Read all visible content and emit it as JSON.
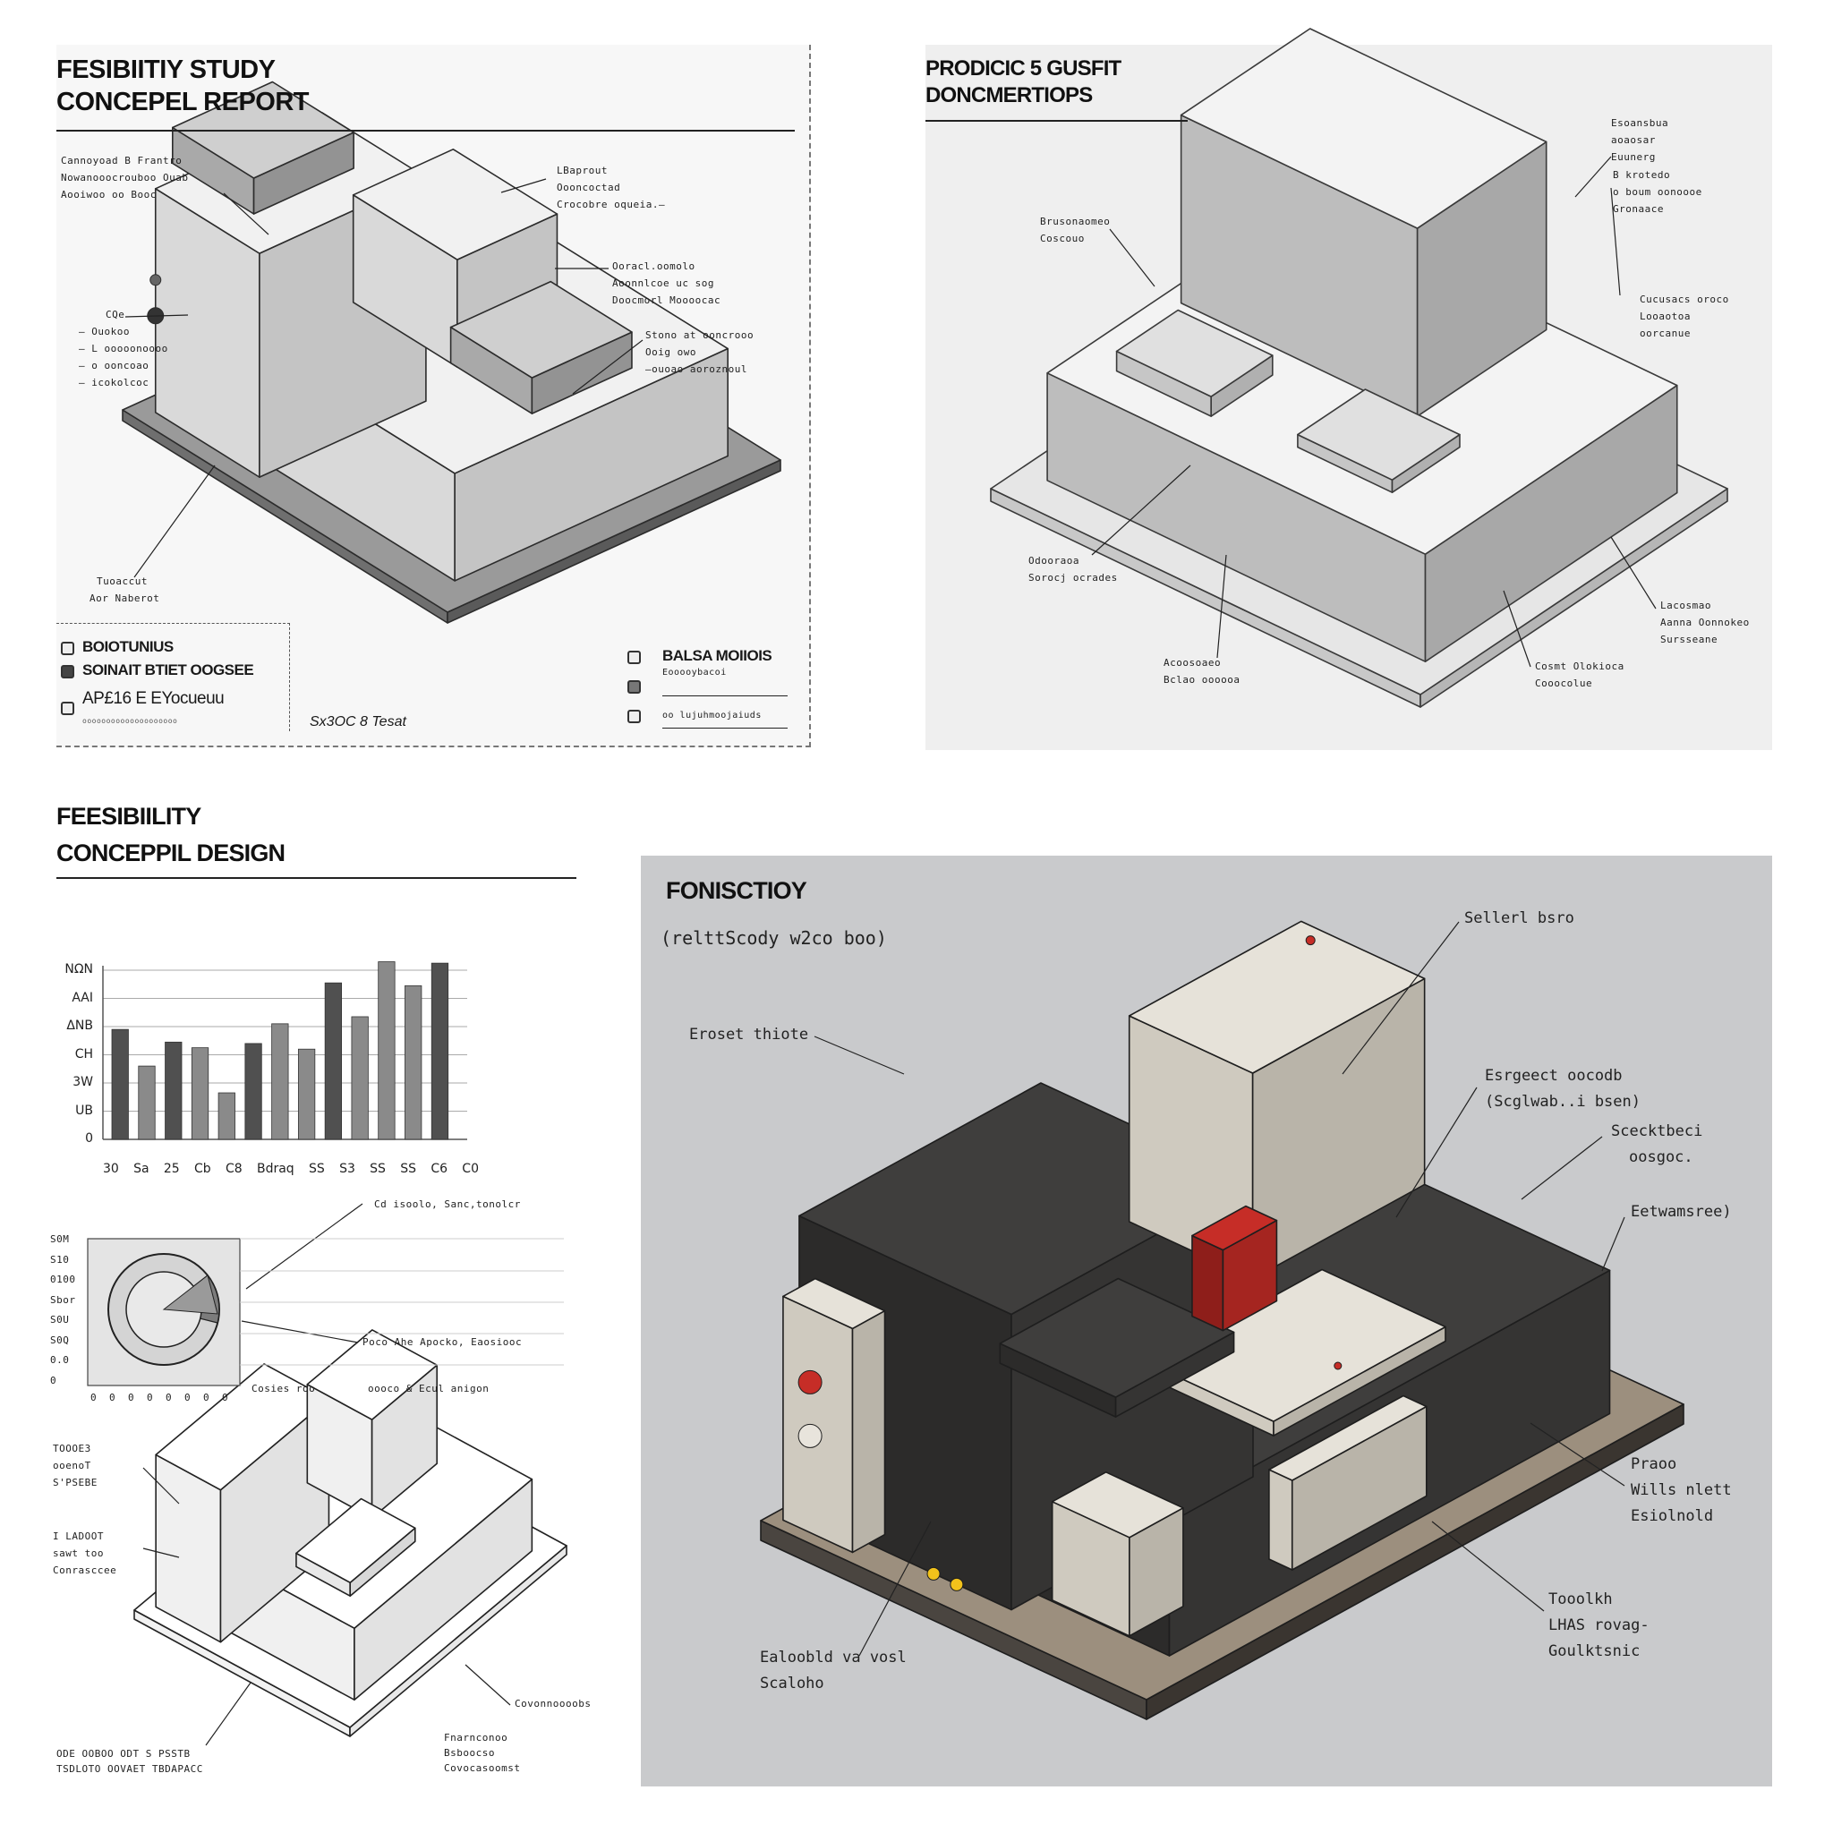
{
  "colors": {
    "sketch_bg": "#f7f7f7",
    "render_bg": "#c9cacc",
    "accent_red": "#c62d27",
    "dark_body": "#3b3a39",
    "cream": "#e2ded5",
    "plate_tan": "#9c8f7e"
  },
  "top_left": {
    "title_line1": "FESIBIITIY  STUDY",
    "title_line2": "CONCEPEL REPORT",
    "annotations": [
      [
        "Cannoyoad  B Frantro",
        "Nowanooocrouboo Ouab",
        "Aooiwoo oo  Booc"
      ],
      [
        "LBaprout",
        "Oooncoctad",
        "Crocobre  oqueia.—"
      ],
      [
        "Ooracl.oomolo",
        "Aoonnlcoe uc  sog",
        "Doocmorl  Moooocac"
      ],
      [
        "CQe",
        "– Ouokoo",
        "– L ooooonoooo",
        "– o ooncoao",
        "– icokolcoc"
      ],
      [
        "Stono at ooncrooo",
        "Ooig owo",
        "–ouoao  aoroznoul"
      ],
      [
        "Tuoaccut",
        "Aor  Naberot"
      ]
    ],
    "legend_left": [
      "BOIOTUNIUS",
      "SOINAIT BTIET OOGSEE",
      "AP£16 E EYocueuu"
    ],
    "legend_left_note": "oooooooooooooooooooo",
    "legend_right": [
      "BALSA MOIIOIS",
      "Eooooybacoi",
      "oo lujuhmoojaiuds"
    ],
    "caption": "Sx3OC 8 Tesat"
  },
  "top_right": {
    "title_line1": "PRODICIC 5 GUSFIT",
    "title_line2": "DONCMERTIOPS",
    "annotations": [
      [
        "Esoansbua",
        "aoaosar",
        "Euunerg"
      ],
      [
        "B krotedo",
        "o boum oonoooe",
        "Gronaace"
      ],
      [
        "Brusonaomeo",
        "Coscouo"
      ],
      [
        "Cucusacs  oroco",
        "Looaotoa",
        "oorcanue"
      ],
      [
        "Odooraoa",
        "Sorocj ocrades"
      ],
      [
        "Lacosmao",
        "Aanna Oonnokeo",
        "Sursseane"
      ],
      [
        "Acoosoaeo",
        "Bclao oooooa"
      ],
      [
        "Cosmt Olokioca",
        "Cooocolue"
      ]
    ]
  },
  "bottom_left": {
    "title_line1": "FEESIBIILITY",
    "title_line2": "CONCEPPIL DESIGN",
    "pie_ylabels": [
      "S0M",
      "S10",
      "0100",
      "Sbor",
      "S0U",
      "S0Q",
      "0.0",
      "0"
    ],
    "pie_xlabels": [
      "0",
      "0",
      "0",
      "0",
      "0",
      "0",
      "0",
      "0"
    ],
    "pie_annotations": [
      "Cd isoolo,  Sanc,tonolcr",
      "Poco  Ahe  Apocko,  Eaosiooc",
      "Cosies  roo",
      "oooco  &  Ecul  anigon"
    ],
    "sketch_annotations": [
      [
        "TOOOE3",
        "ooenoT",
        "S'PSEBE"
      ],
      [
        "I LADOOT",
        "sawt too",
        "Conrasccee"
      ],
      [
        "Covonnoooobs"
      ],
      [
        "Fnarnconoo",
        "Bsboocso",
        "Covocasoomst"
      ],
      [
        "ODE OOBOO ODT S PSSTB",
        "TSDLOTO OOVAET TBDAPACC"
      ]
    ]
  },
  "bottom_right": {
    "title": "FONISCTIOY",
    "subtitle": "(relttScody w2co boo)",
    "annotations": [
      [
        "Sellerl bsro"
      ],
      [
        "Eroset thiote"
      ],
      [
        "Esrgeect  oocodb",
        "(Scglwab..i bsen)"
      ],
      [
        "Scecktbeci",
        "oosgoc."
      ],
      [
        "Eetwamsree)"
      ],
      [
        "Praoo",
        "Wills nlett",
        "Esiolnold"
      ],
      [
        "Tooolkh",
        "LHAS rovag-",
        "Goulktsnic"
      ],
      [
        "Ealoobld  va vosl",
        "Scaloho"
      ]
    ]
  },
  "chart_data": {
    "type": "bar",
    "title": "",
    "xlabel": "",
    "ylabel": "",
    "yticks": [
      "0",
      "UB",
      "3W",
      "CH",
      "ΔΝΒ",
      "AAI",
      "NΩN"
    ],
    "ylim": [
      0,
      6.4
    ],
    "categories": [
      "30",
      "Sa",
      "25",
      "Cb",
      "C8",
      "Bdraq",
      "SS",
      "S3",
      "SS",
      "SS",
      "C6",
      "C0"
    ],
    "values": [
      3.9,
      2.6,
      3.45,
      3.25,
      1.65,
      3.4,
      4.1,
      3.2,
      5.55,
      4.35,
      6.3,
      5.45,
      6.25
    ],
    "shades": [
      "dark",
      "mid",
      "dark",
      "mid",
      "mid",
      "dark",
      "mid",
      "mid",
      "dark",
      "mid",
      "mid",
      "mid",
      "dark"
    ],
    "grid": true
  }
}
